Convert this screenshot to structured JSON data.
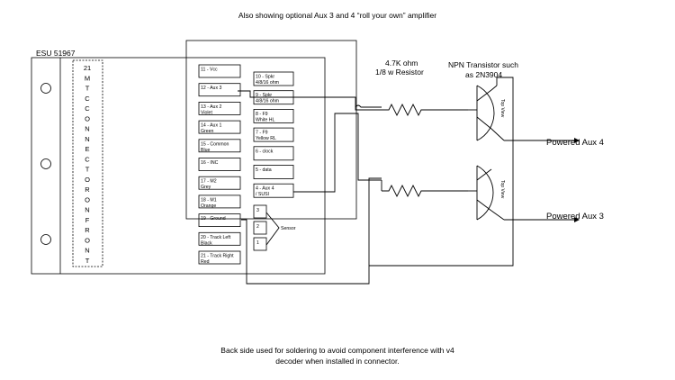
{
  "header": "Also showing optional Aux 3 and 4 “roll your own” amplifier",
  "board_label": "ESU 51967",
  "connector_label": [
    "21",
    "M",
    "T",
    "C",
    "C",
    "O",
    "N",
    "N",
    "E",
    "C",
    "T",
    "O",
    "R",
    "O",
    "N",
    "F",
    "R",
    "O",
    "N",
    "T"
  ],
  "left_pins": [
    [
      "11 - Vcc"
    ],
    [
      "12 - Aux 3"
    ],
    [
      "13 - Aux 2",
      "Violet"
    ],
    [
      "14 - Aux 1",
      "Green"
    ],
    [
      "15 - Common",
      "Blue"
    ],
    [
      "16 - INC"
    ],
    [
      "17 - M2",
      "Grey"
    ],
    [
      "18 - M1",
      "Orange"
    ],
    [
      "19 - Ground"
    ],
    [
      "20 - Track Left",
      "Black"
    ],
    [
      "21 - Track Right",
      "Red"
    ]
  ],
  "right_pins": [
    [
      "10 - Spkr",
      "4/8/16 ohm"
    ],
    [
      "9 - Spkr",
      "4/8/16 ohm"
    ],
    [
      "8 - F9",
      "White HL"
    ],
    [
      "7 - F9",
      "Yellow RL"
    ],
    [
      "6 - clock"
    ],
    [
      "5 - data"
    ],
    [
      "4 - Aux 4",
      "/ SUSI"
    ]
  ],
  "sensor_pins": [
    "3",
    "2",
    "1"
  ],
  "sensor_label": "Sensor",
  "resistor_label": [
    "4.7K ohm",
    "1/8 w Resistor"
  ],
  "transistor_label": [
    "NPN Transistor such",
    "as 2N3904"
  ],
  "top_view_label": "Top View",
  "outputs": [
    "Powered Aux 4",
    "Powered Aux 3"
  ],
  "footer": [
    "Back side used for soldering to avoid component interference with v4",
    "decoder when installed in connector."
  ]
}
